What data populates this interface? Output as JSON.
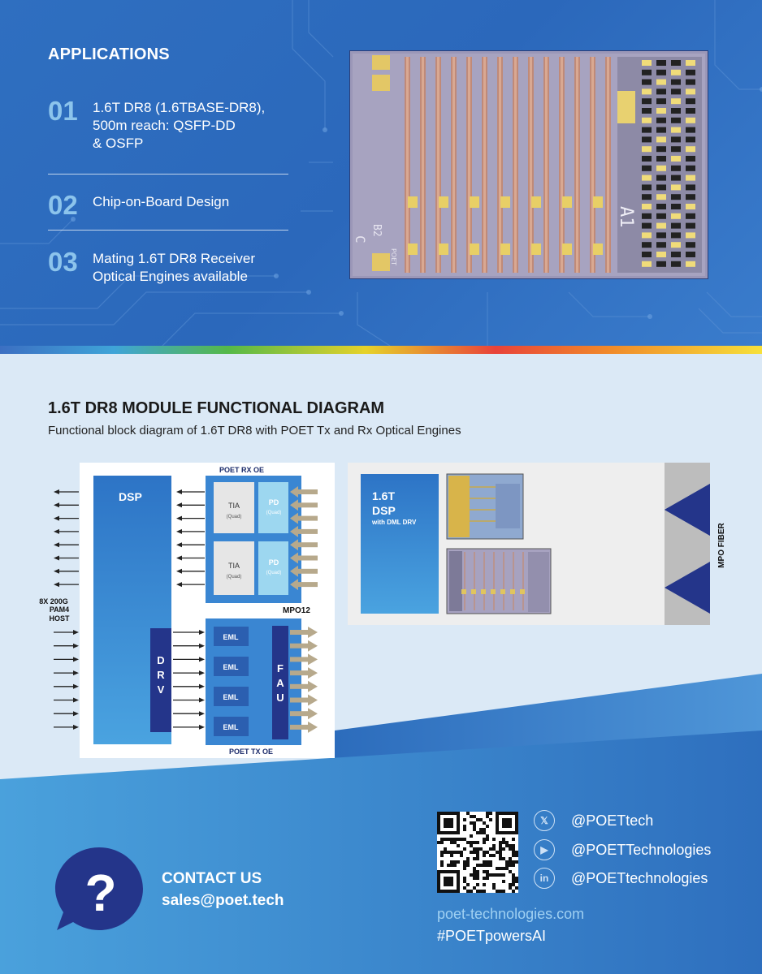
{
  "applications": {
    "title": "APPLICATIONS",
    "items": [
      {
        "num": "01",
        "line1": "1.6T DR8 (1.6TBASE-DR8),",
        "line2": "500m reach: QSFP-DD",
        "line3": "& OSFP"
      },
      {
        "num": "02",
        "line1": "Chip-on-Board Design"
      },
      {
        "num": "03",
        "line1": "Mating 1.6T DR8 Receiver",
        "line2": "Optical Engines available"
      }
    ]
  },
  "chip_photo": {
    "marks": [
      "C",
      "B2",
      "POET",
      "A1"
    ]
  },
  "diagram": {
    "title": "1.6T DR8 MODULE FUNCTIONAL DIAGRAM",
    "subtitle": "Functional block diagram of 1.6T DR8 with POET Tx and Rx Optical Engines",
    "rx_oe_label": "POET RX OE",
    "tx_oe_label": "POET TX OE",
    "dsp": "DSP",
    "drv": "DRV",
    "fau": "FAU",
    "tia": "TIA",
    "pd": "PD",
    "quad": "(Quad)",
    "eml": "EML",
    "mpo12": "MPO12",
    "host_line1": "8X 200G",
    "host_line2": "PAM4",
    "host_line3": "HOST"
  },
  "module": {
    "dsp_line1": "1.6T",
    "dsp_line2": "DSP",
    "dsp_line3": "with DML DRV",
    "fiber": "MPO FIBER"
  },
  "contact": {
    "title": "CONTACT US",
    "email": "sales@poet.tech",
    "social": [
      {
        "icon": "x-icon",
        "glyph": "𝕏",
        "handle": "@POETtech"
      },
      {
        "icon": "youtube-icon",
        "glyph": "▶",
        "handle": "@POETTechnologies"
      },
      {
        "icon": "linkedin-icon",
        "glyph": "in",
        "handle": "@POETtechnologies"
      }
    ],
    "website": "poet-technologies.com",
    "hashtag": "#POETpowersAI"
  },
  "colors": {
    "top_blue": "#2b68bb",
    "light_bg": "#dbe9f6",
    "navy": "#24358a",
    "accent_number": "#8cc4ec",
    "arrow_tan": "#b7a98c"
  }
}
